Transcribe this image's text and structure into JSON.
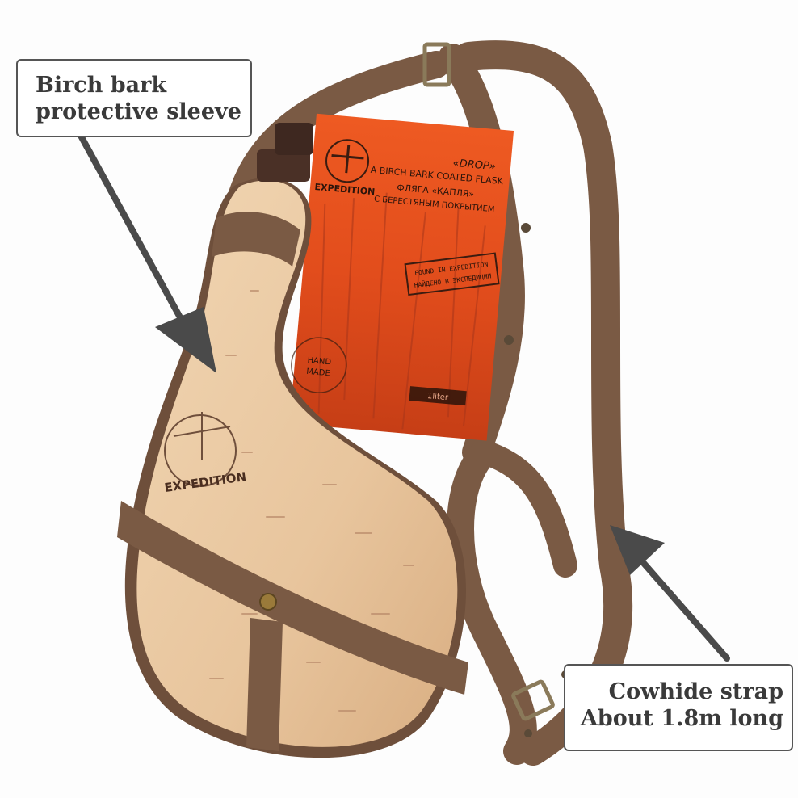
{
  "callouts": {
    "sleeve": {
      "line1": "Birch bark",
      "line2": "protective sleeve"
    },
    "strap": {
      "line1": "Cowhide strap",
      "line2": "About 1.8m long"
    }
  },
  "card": {
    "brand": "EXPEDITION",
    "title_quoted": "«DROP»",
    "title_en": "A BIRCH BARK COATED FLASK",
    "title_ru_1": "ФЛЯГА «КАПЛЯ»",
    "title_ru_2": "С БЕРЕСТЯНЫМ ПОКРЫТИЕМ",
    "stamp_1": "FOUND IN EXPEDITION",
    "stamp_2": "НАЙДЕНО В ЭКСПЕДИЦИИ",
    "hand_made_1": "HAND",
    "hand_made_2": "MADE",
    "volume": "1liter"
  },
  "flask": {
    "brand": "EXPEDITION"
  },
  "colors": {
    "birch": "#e9c9a3",
    "suede": "#7a5a44",
    "card_orange": "#e9531f",
    "arrow": "#4a4a4a"
  }
}
